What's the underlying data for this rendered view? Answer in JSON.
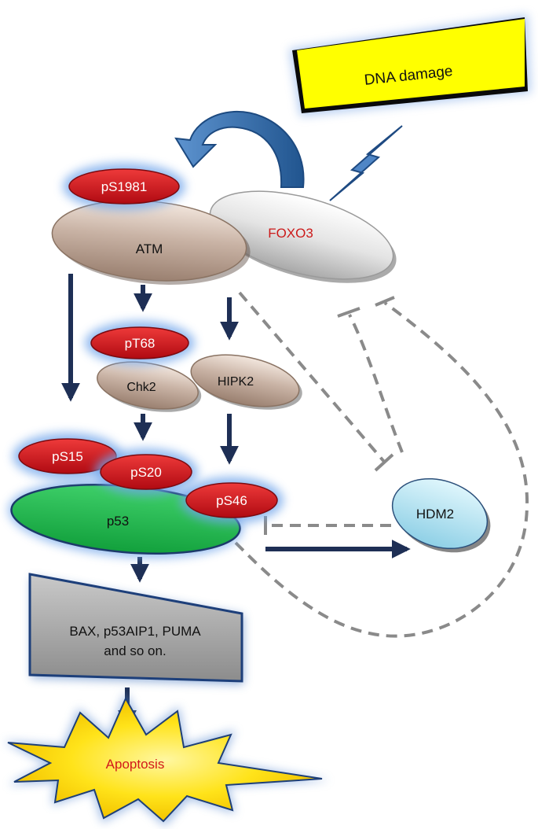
{
  "nodes": {
    "dna_damage": "DNA damage",
    "pS1981": "pS1981",
    "atm": "ATM",
    "foxo3": "FOXO3",
    "pT68": "pT68",
    "chk2": "Chk2",
    "hipk2": "HIPK2",
    "pS15": "pS15",
    "pS20": "pS20",
    "pS46": "pS46",
    "p53": "p53",
    "hdm2": "HDM2",
    "targets_line1": "BAX, p53AIP1, PUMA",
    "targets_line2": "and so on.",
    "apoptosis": "Apoptosis"
  },
  "colors": {
    "dna_box": "#ffff00",
    "phospho": "#d0121b",
    "atm": "#c9b3a5",
    "foxo3": "#e4e4e4",
    "foxo3_text": "#cc1a1a",
    "p53": "#1db44a",
    "hdm2": "#aee3f2",
    "arrow": "#1e2f55",
    "curved_arrow": "#2e67a8",
    "dashed": "#8a8a8a",
    "apoptosis_text": "#d11a1a"
  }
}
